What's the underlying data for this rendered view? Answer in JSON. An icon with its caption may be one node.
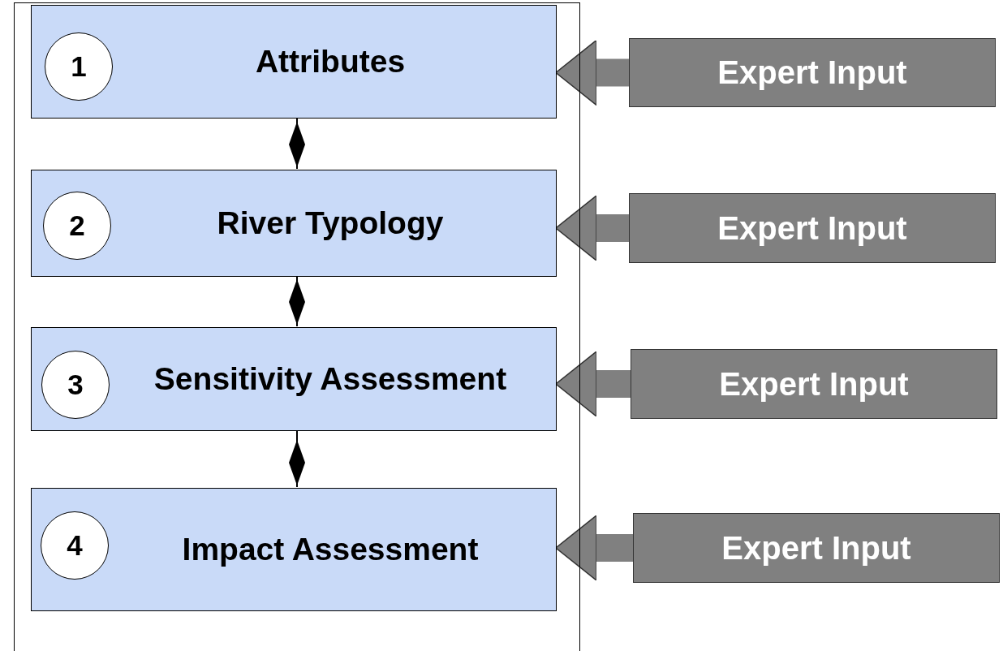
{
  "diagram": {
    "nodes": [
      {
        "text": [],
        "shape": "box"
      },
      {
        "text": [
          "Attributes"
        ],
        "in": 0
      },
      {
        "text": [
          "1"
        ],
        "in": 1
      },
      {
        "text": [
          "River Typology"
        ],
        "in": 0
      },
      {
        "text": [
          "2"
        ],
        "in": 3
      },
      {
        "text": [
          "Sensitivity Assessment"
        ],
        "in": 0
      },
      {
        "text": [
          "3"
        ],
        "in": 5
      },
      {
        "text": [
          "Impact Assessment"
        ],
        "in": 0
      },
      {
        "text": [
          "4"
        ],
        "in": 7
      },
      {
        "text": [
          "Expert Input"
        ]
      },
      {
        "text": [
          "Expert Input"
        ]
      },
      {
        "text": [
          "Expert Input"
        ]
      },
      {
        "text": [
          "Expert Input"
        ]
      }
    ],
    "edges": [
      {
        "from": 1,
        "to": 3,
        "arrow": "other",
        "color": "#000000"
      },
      {
        "from": 3,
        "to": 5,
        "arrow": "other",
        "color": "#000000"
      },
      {
        "from": 5,
        "to": 7,
        "arrow": "other",
        "color": "#000000"
      },
      {
        "from": 9,
        "to": 1,
        "arrow": "to",
        "color": "#808080"
      },
      {
        "from": 10,
        "to": 3,
        "arrow": "to",
        "color": "#808080"
      },
      {
        "from": 11,
        "to": 5,
        "arrow": "to",
        "color": "#808080"
      },
      {
        "from": 12,
        "to": 7,
        "arrow": "to",
        "color": "#808080"
      }
    ]
  }
}
